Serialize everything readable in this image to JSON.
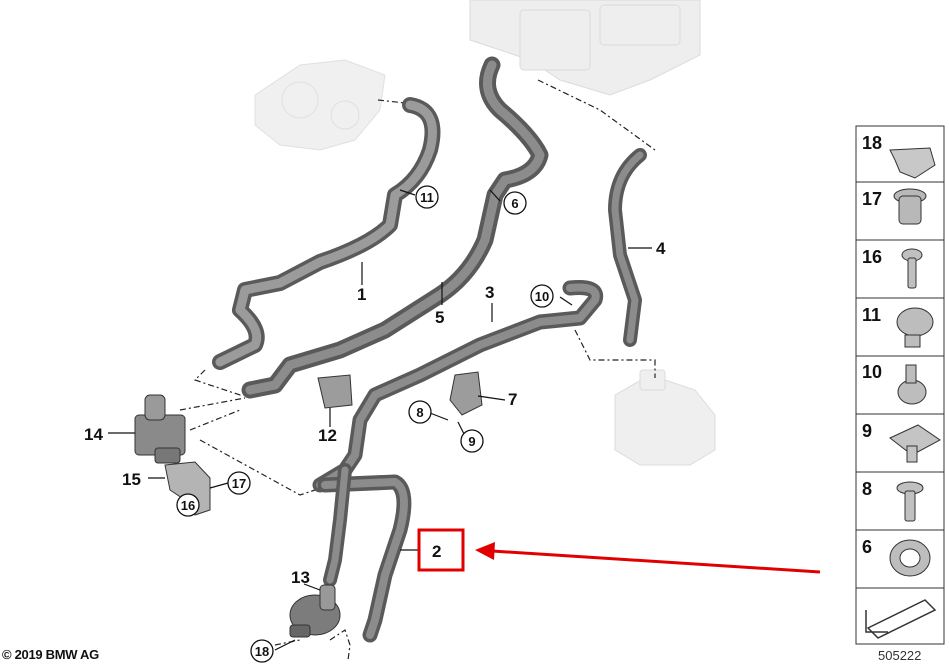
{
  "diagram": {
    "callouts": {
      "c1": "1",
      "c2": "2",
      "c3": "3",
      "c4": "4",
      "c5": "5",
      "c6": "6",
      "c7": "7",
      "c8": "8",
      "c9": "9",
      "c10": "10",
      "c11": "11",
      "c12": "12",
      "c13": "13",
      "c14": "14",
      "c15": "15",
      "c16": "16",
      "c17": "17",
      "c18": "18"
    },
    "highlight_color": "#e00000",
    "hose_color": "#7b7b7b"
  },
  "legend": {
    "items": [
      "18",
      "17",
      "16",
      "11",
      "10",
      "9",
      "8",
      "6"
    ]
  },
  "footer": {
    "copyright": "© 2019 BMW AG",
    "diagram_number": "505222"
  }
}
